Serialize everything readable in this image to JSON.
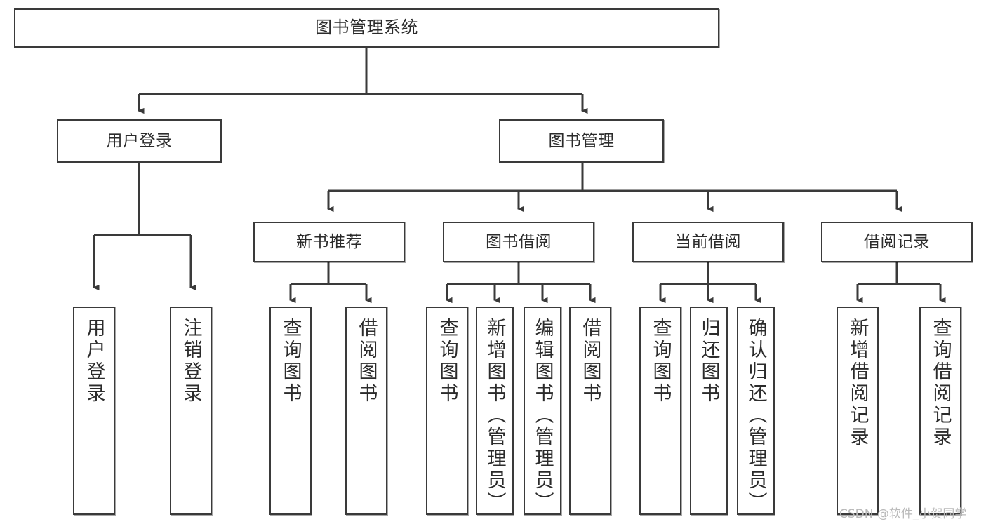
{
  "diagram": {
    "title": "图书管理系统",
    "type": "functional-structure-tree",
    "watermark": "CSDN @软件_小贺同学",
    "colors": {
      "stroke": "#3a3a3a",
      "fill": "#ffffff",
      "text": "#2b2b2b",
      "watermark": "#b9b9b9"
    }
  },
  "nodes": {
    "root": {
      "label": "图书管理系统"
    },
    "level2": [
      {
        "id": "user-login",
        "label": "用户登录"
      },
      {
        "id": "book-manage",
        "label": "图书管理"
      }
    ],
    "level3": [
      {
        "id": "new-book-recommend",
        "label": "新书推荐"
      },
      {
        "id": "book-borrow",
        "label": "图书借阅"
      },
      {
        "id": "current-borrow",
        "label": "当前借阅"
      },
      {
        "id": "borrow-record",
        "label": "借阅记录"
      }
    ],
    "leaves": {
      "user-login": [
        {
          "id": "leaf-user-login",
          "label": "用户登录"
        },
        {
          "id": "leaf-logout-login",
          "label": "注销登录"
        }
      ],
      "new-book-recommend": [
        {
          "id": "leaf-query-book-1",
          "label": "查询图书"
        },
        {
          "id": "leaf-borrow-book-1",
          "label": "借阅图书"
        }
      ],
      "book-borrow": [
        {
          "id": "leaf-query-book-2",
          "label": "查询图书"
        },
        {
          "id": "leaf-add-book",
          "label": "新增图书（管理员）"
        },
        {
          "id": "leaf-edit-book",
          "label": "编辑图书（管理员）"
        },
        {
          "id": "leaf-borrow-book-2",
          "label": "借阅图书"
        }
      ],
      "current-borrow": [
        {
          "id": "leaf-query-book-3",
          "label": "查询图书"
        },
        {
          "id": "leaf-return-book",
          "label": "归还图书"
        },
        {
          "id": "leaf-confirm-return",
          "label": "确认归还（管理员）"
        }
      ],
      "borrow-record": [
        {
          "id": "leaf-add-record",
          "label": "新增借阅记录"
        },
        {
          "id": "leaf-query-record",
          "label": "查询借阅记录"
        }
      ]
    }
  }
}
